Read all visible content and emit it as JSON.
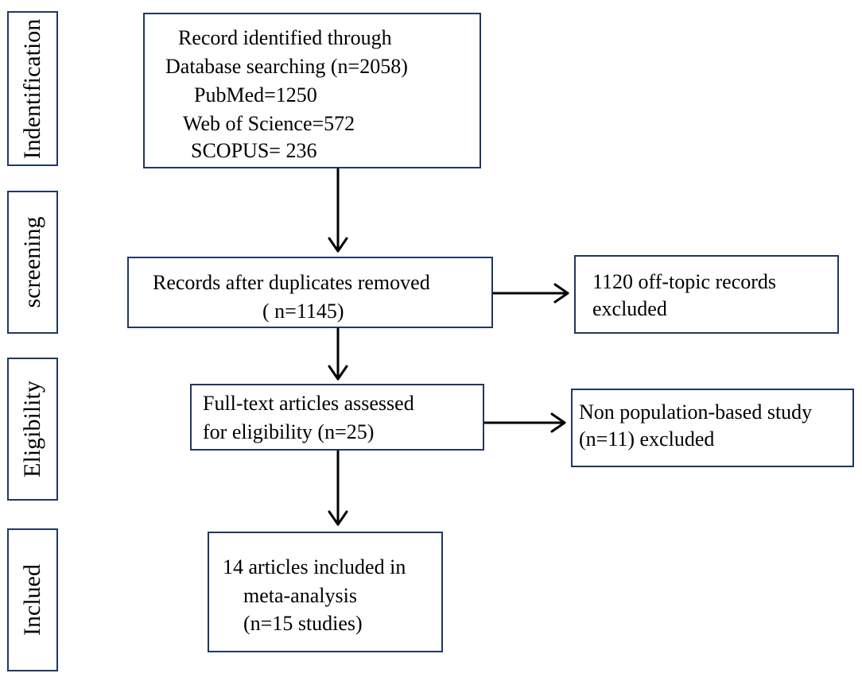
{
  "stages": {
    "identification": "Indentification",
    "screening": "screening",
    "eligibility": "Eligibility",
    "included": "Inclued"
  },
  "boxes": {
    "identified": {
      "lines": [
        "Record identified through",
        "Database searching (n=2058)",
        "PubMed=1250",
        "Web of Science=572",
        "SCOPUS= 236"
      ]
    },
    "after_duplicates": {
      "lines": [
        "Records after duplicates removed",
        "( n=1145)"
      ]
    },
    "off_topic": {
      "lines": [
        "1120 off-topic records",
        "excluded"
      ]
    },
    "full_text": {
      "lines": [
        "Full-text articles assessed",
        "for eligibility (n=25)"
      ]
    },
    "non_population": {
      "lines": [
        "Non population-based study",
        "(n=11) excluded"
      ]
    },
    "included": {
      "lines": [
        "14 articles included in",
        "meta-analysis",
        "(n=15 studies)"
      ]
    }
  },
  "colors": {
    "box_border": "#1f3864",
    "arrow": "#000000"
  }
}
